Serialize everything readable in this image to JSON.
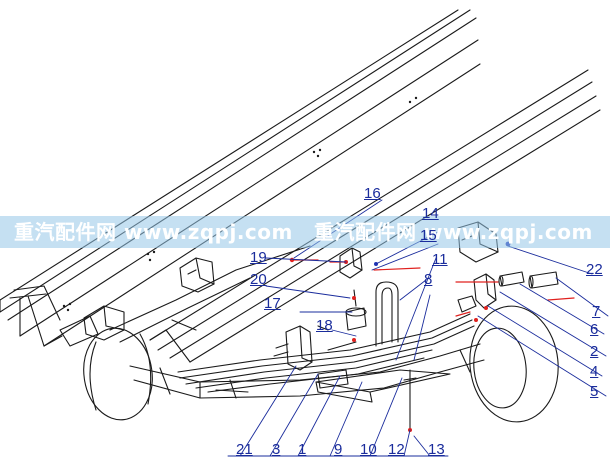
{
  "watermark": {
    "left_text": "重汽配件网 www.zqpj.com",
    "right_text": "重汽配件网 www.zqpj.com",
    "band_color": "#96c6e8"
  },
  "colors": {
    "line": "#1a1a1a",
    "callout": "#1a2c9c",
    "accent_red": "#e0211e",
    "accent_blue": "#2236b8"
  },
  "callouts": {
    "c1": "1",
    "c2": "2",
    "c3": "3",
    "c4": "4",
    "c5": "5",
    "c6": "6",
    "c7": "7",
    "c8": "8",
    "c9": "9",
    "c10": "10",
    "c11": "11",
    "c12": "12",
    "c13": "13",
    "c14": "14",
    "c15": "15",
    "c16": "16",
    "c17": "17",
    "c18": "18",
    "c19": "19",
    "c20": "20",
    "c21": "21",
    "c22": "22"
  }
}
